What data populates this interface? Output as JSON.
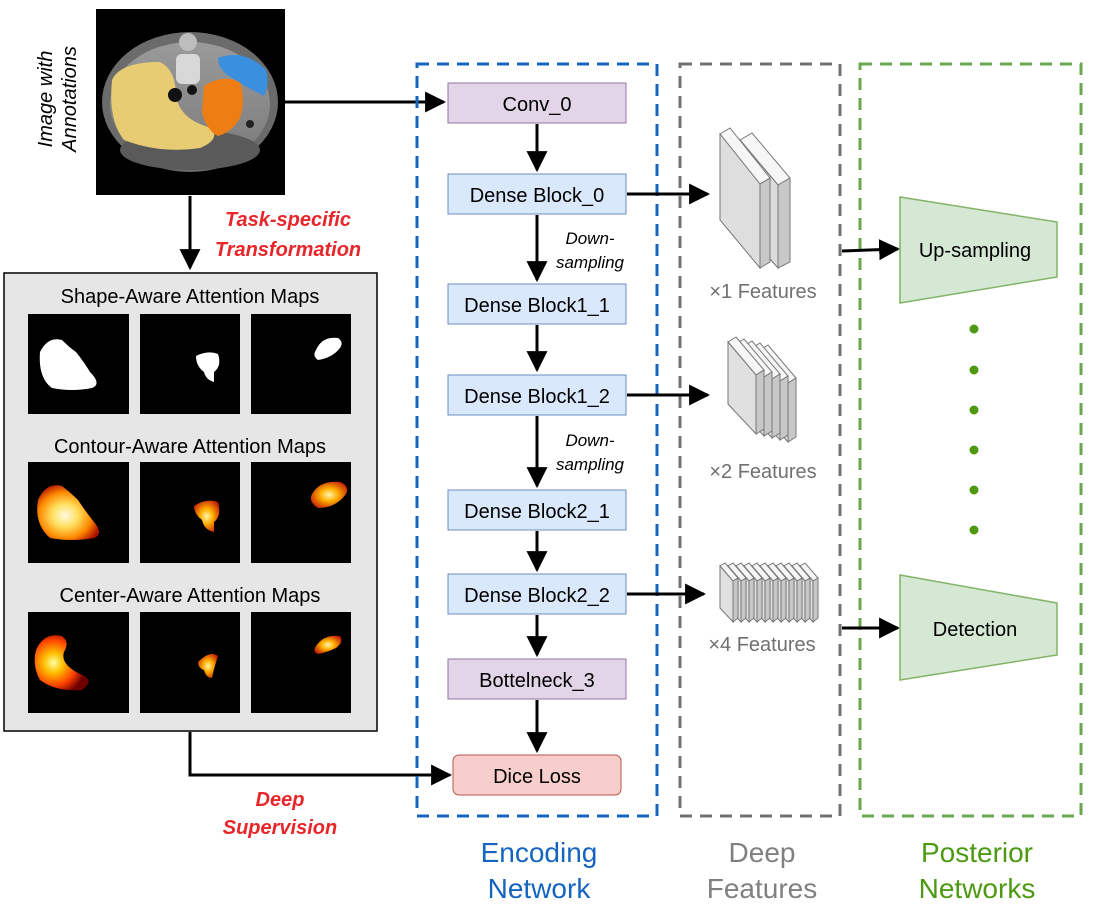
{
  "input": {
    "label_line1": "Image with",
    "label_line2": "Annotations"
  },
  "transform_label": {
    "line1": "Task-specific",
    "line2": "Transformation"
  },
  "deep_supervision_label": {
    "line1": "Deep",
    "line2": "Supervision"
  },
  "attention_panel": {
    "shape_title": "Shape-Aware Attention Maps",
    "contour_title": "Contour-Aware Attention Maps",
    "center_title": "Center-Aware Attention Maps"
  },
  "encoder": {
    "conv0": "Conv_0",
    "dense0": "Dense Block_0",
    "down1_line1": "Down-",
    "down1_line2": "sampling",
    "dense1_1": "Dense Block1_1",
    "dense1_2": "Dense Block1_2",
    "down2_line1": "Down-",
    "down2_line2": "sampling",
    "dense2_1": "Dense Block2_1",
    "dense2_2": "Dense Block2_2",
    "bottleneck": "Bottelneck_3",
    "loss": "Dice Loss"
  },
  "features": {
    "x1": "×1 Features",
    "x2": "×2 Features",
    "x4": "×4 Features"
  },
  "posterior": {
    "upsampling": "Up-sampling",
    "detection": "Detection"
  },
  "section_labels": {
    "encoding_line1": "Encoding",
    "encoding_line2": "Network",
    "deep_line1": "Deep",
    "deep_line2": "Features",
    "posterior_line1": "Posterior",
    "posterior_line2": "Networks"
  },
  "colors": {
    "encoding_blue": "#1565c0",
    "deep_gray": "#707070",
    "posterior_green": "#6aa84f",
    "accent_red": "#e8262a",
    "purple_box": "#e1d5e7",
    "blue_box": "#dae8fc",
    "red_box": "#f8cecc",
    "green_box": "#d5e8d4"
  }
}
